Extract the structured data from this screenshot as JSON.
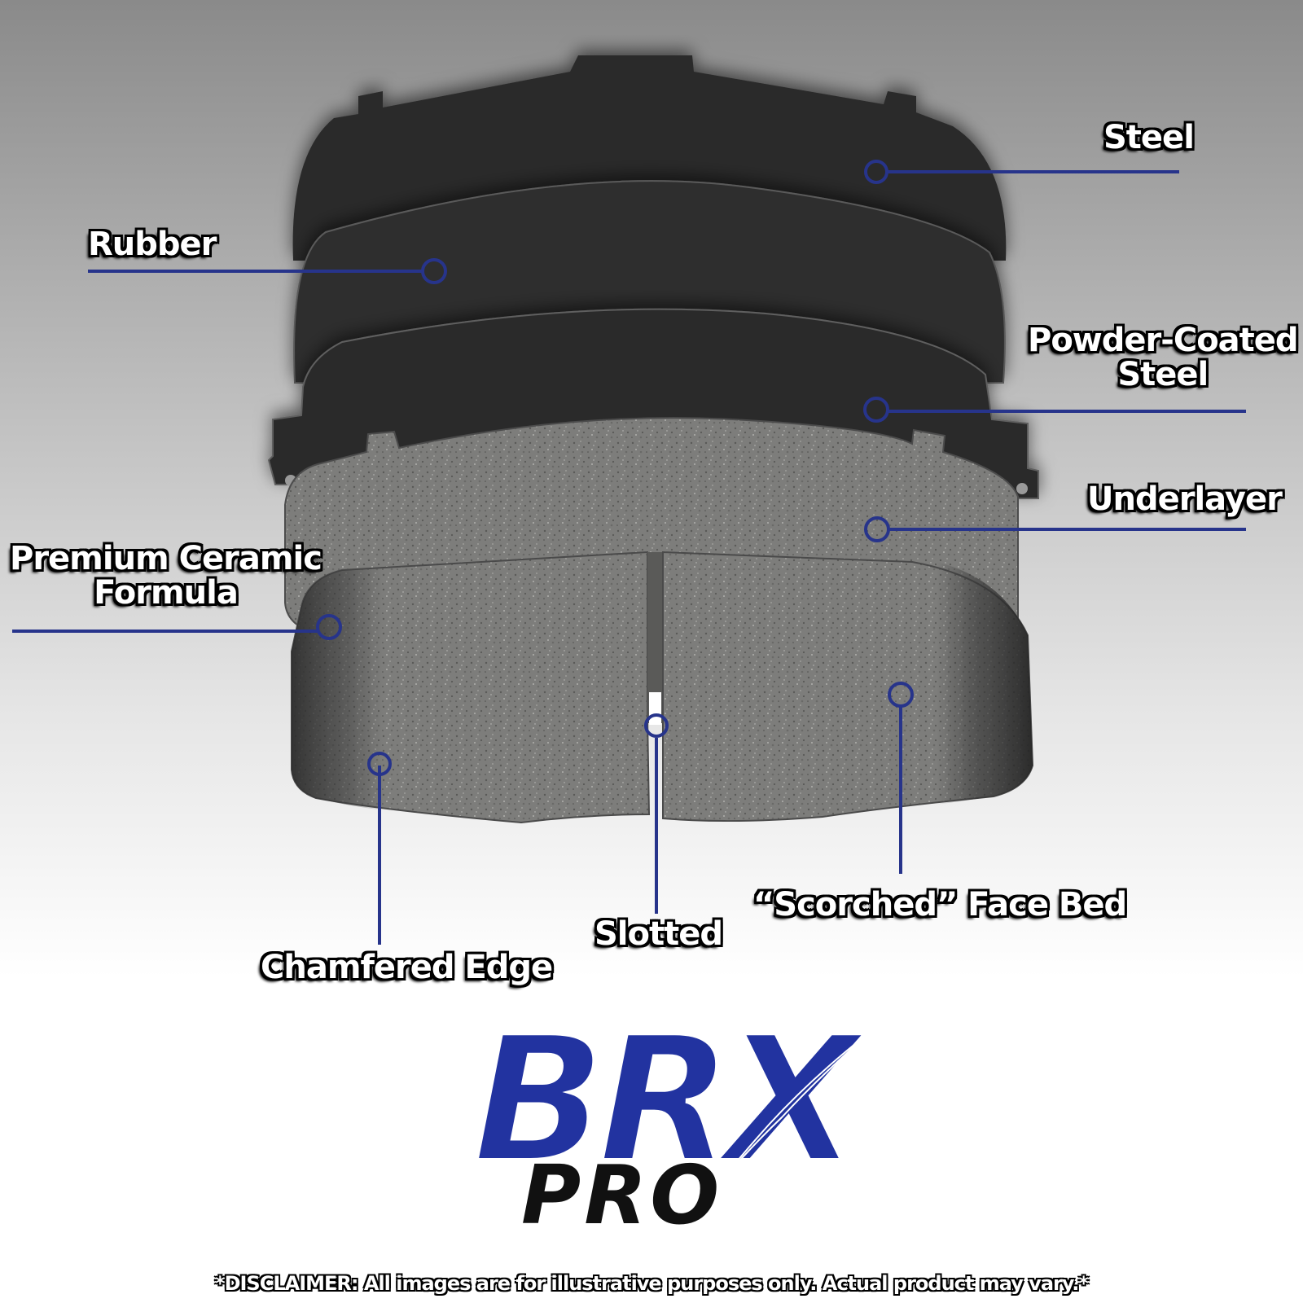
{
  "labels": {
    "steel": "Steel",
    "rubber": "Rubber",
    "powder_coated_line1": "Powder-Coated",
    "powder_coated_line2": "Steel",
    "underlayer": "Underlayer",
    "ceramic_line1": "Premium Ceramic",
    "ceramic_line2": "Formula",
    "chamfered": "Chamfered Edge",
    "slotted": "Slotted",
    "scorched": "“Scorched” Face Bed"
  },
  "logo": {
    "brand": "BRX",
    "sub": "PRO"
  },
  "disclaimer": "*DISCLAIMER: All images are for illustrative purposes only. Actual product may vary.*",
  "colors": {
    "callout_line": "#27348b",
    "logo_blue": "#2233a0",
    "logo_black": "#111111",
    "steel_layer": "#2a2a2a",
    "friction_gray": "#7c7c7a"
  }
}
